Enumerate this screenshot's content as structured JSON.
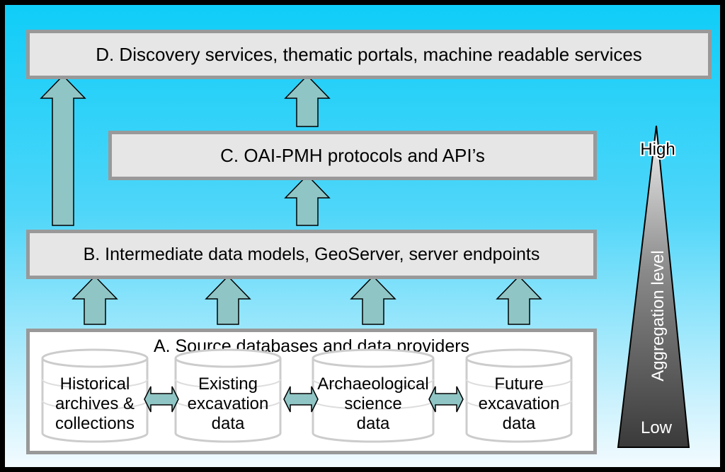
{
  "boxes": {
    "d": "D. Discovery services, thematic portals, machine readable services",
    "c": "C. OAI-PMH protocols and API’s",
    "b": "B. Intermediate data models, GeoServer, server endpoints",
    "a": "A. Source databases and data providers"
  },
  "databases": [
    {
      "lines": [
        "Historical",
        "archives &",
        "collections"
      ]
    },
    {
      "lines": [
        "Existing",
        "excavation",
        "data"
      ]
    },
    {
      "lines": [
        "Archaeological",
        "science",
        "data"
      ]
    },
    {
      "lines": [
        "Future",
        "excavation",
        "data"
      ]
    }
  ],
  "aggregation": {
    "axis_label": "Aggregation level",
    "high": "High",
    "low": "Low"
  },
  "colors": {
    "arrow_fill": "#8fc5c5",
    "box_fill": "#e6e6e6",
    "box_border": "#999999",
    "background_top": "#0fcdf8",
    "background_bottom": "#f2fbff"
  }
}
